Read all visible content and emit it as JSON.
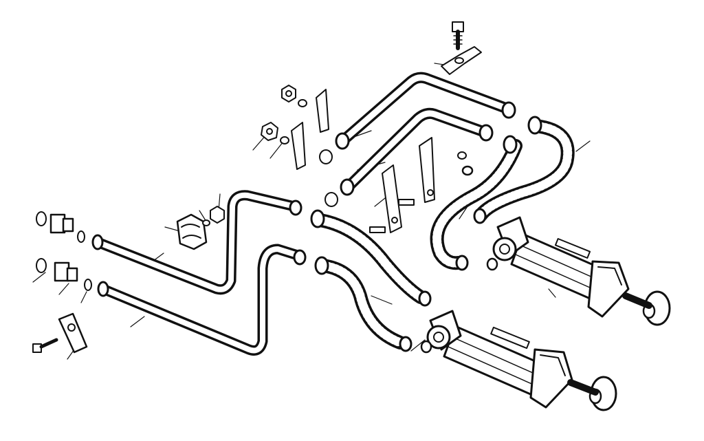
{
  "diagram": {
    "kind": "exploded-parts-drawing",
    "labels_printed": false,
    "colors": {
      "ink": "#111111",
      "paper": "#ffffff"
    }
  },
  "parts": [
    {
      "id": "hydraulic-cylinder-upper",
      "icon": "hydraulic-cylinder-icon"
    },
    {
      "id": "hydraulic-cylinder-lower",
      "icon": "hydraulic-cylinder-icon"
    },
    {
      "id": "steel-pipe-upper-bent",
      "icon": "pipe-icon"
    },
    {
      "id": "steel-pipe-middle-bent",
      "icon": "pipe-icon"
    },
    {
      "id": "steel-pipe-left-upper",
      "icon": "pipe-icon"
    },
    {
      "id": "steel-pipe-left-lower",
      "icon": "pipe-icon"
    },
    {
      "id": "flexible-hose-1",
      "icon": "hose-icon"
    },
    {
      "id": "flexible-hose-2",
      "icon": "hose-icon"
    },
    {
      "id": "flexible-hose-3",
      "icon": "hose-icon"
    },
    {
      "id": "flexible-hose-4",
      "icon": "hose-icon"
    },
    {
      "id": "bracket-plates",
      "icon": "bracket-icon"
    },
    {
      "id": "pipe-clamps",
      "icon": "clamp-icon"
    },
    {
      "id": "bolts-nuts-washers",
      "icon": "bolt-icon"
    },
    {
      "id": "adapters-o-rings",
      "icon": "fitting-icon"
    }
  ]
}
